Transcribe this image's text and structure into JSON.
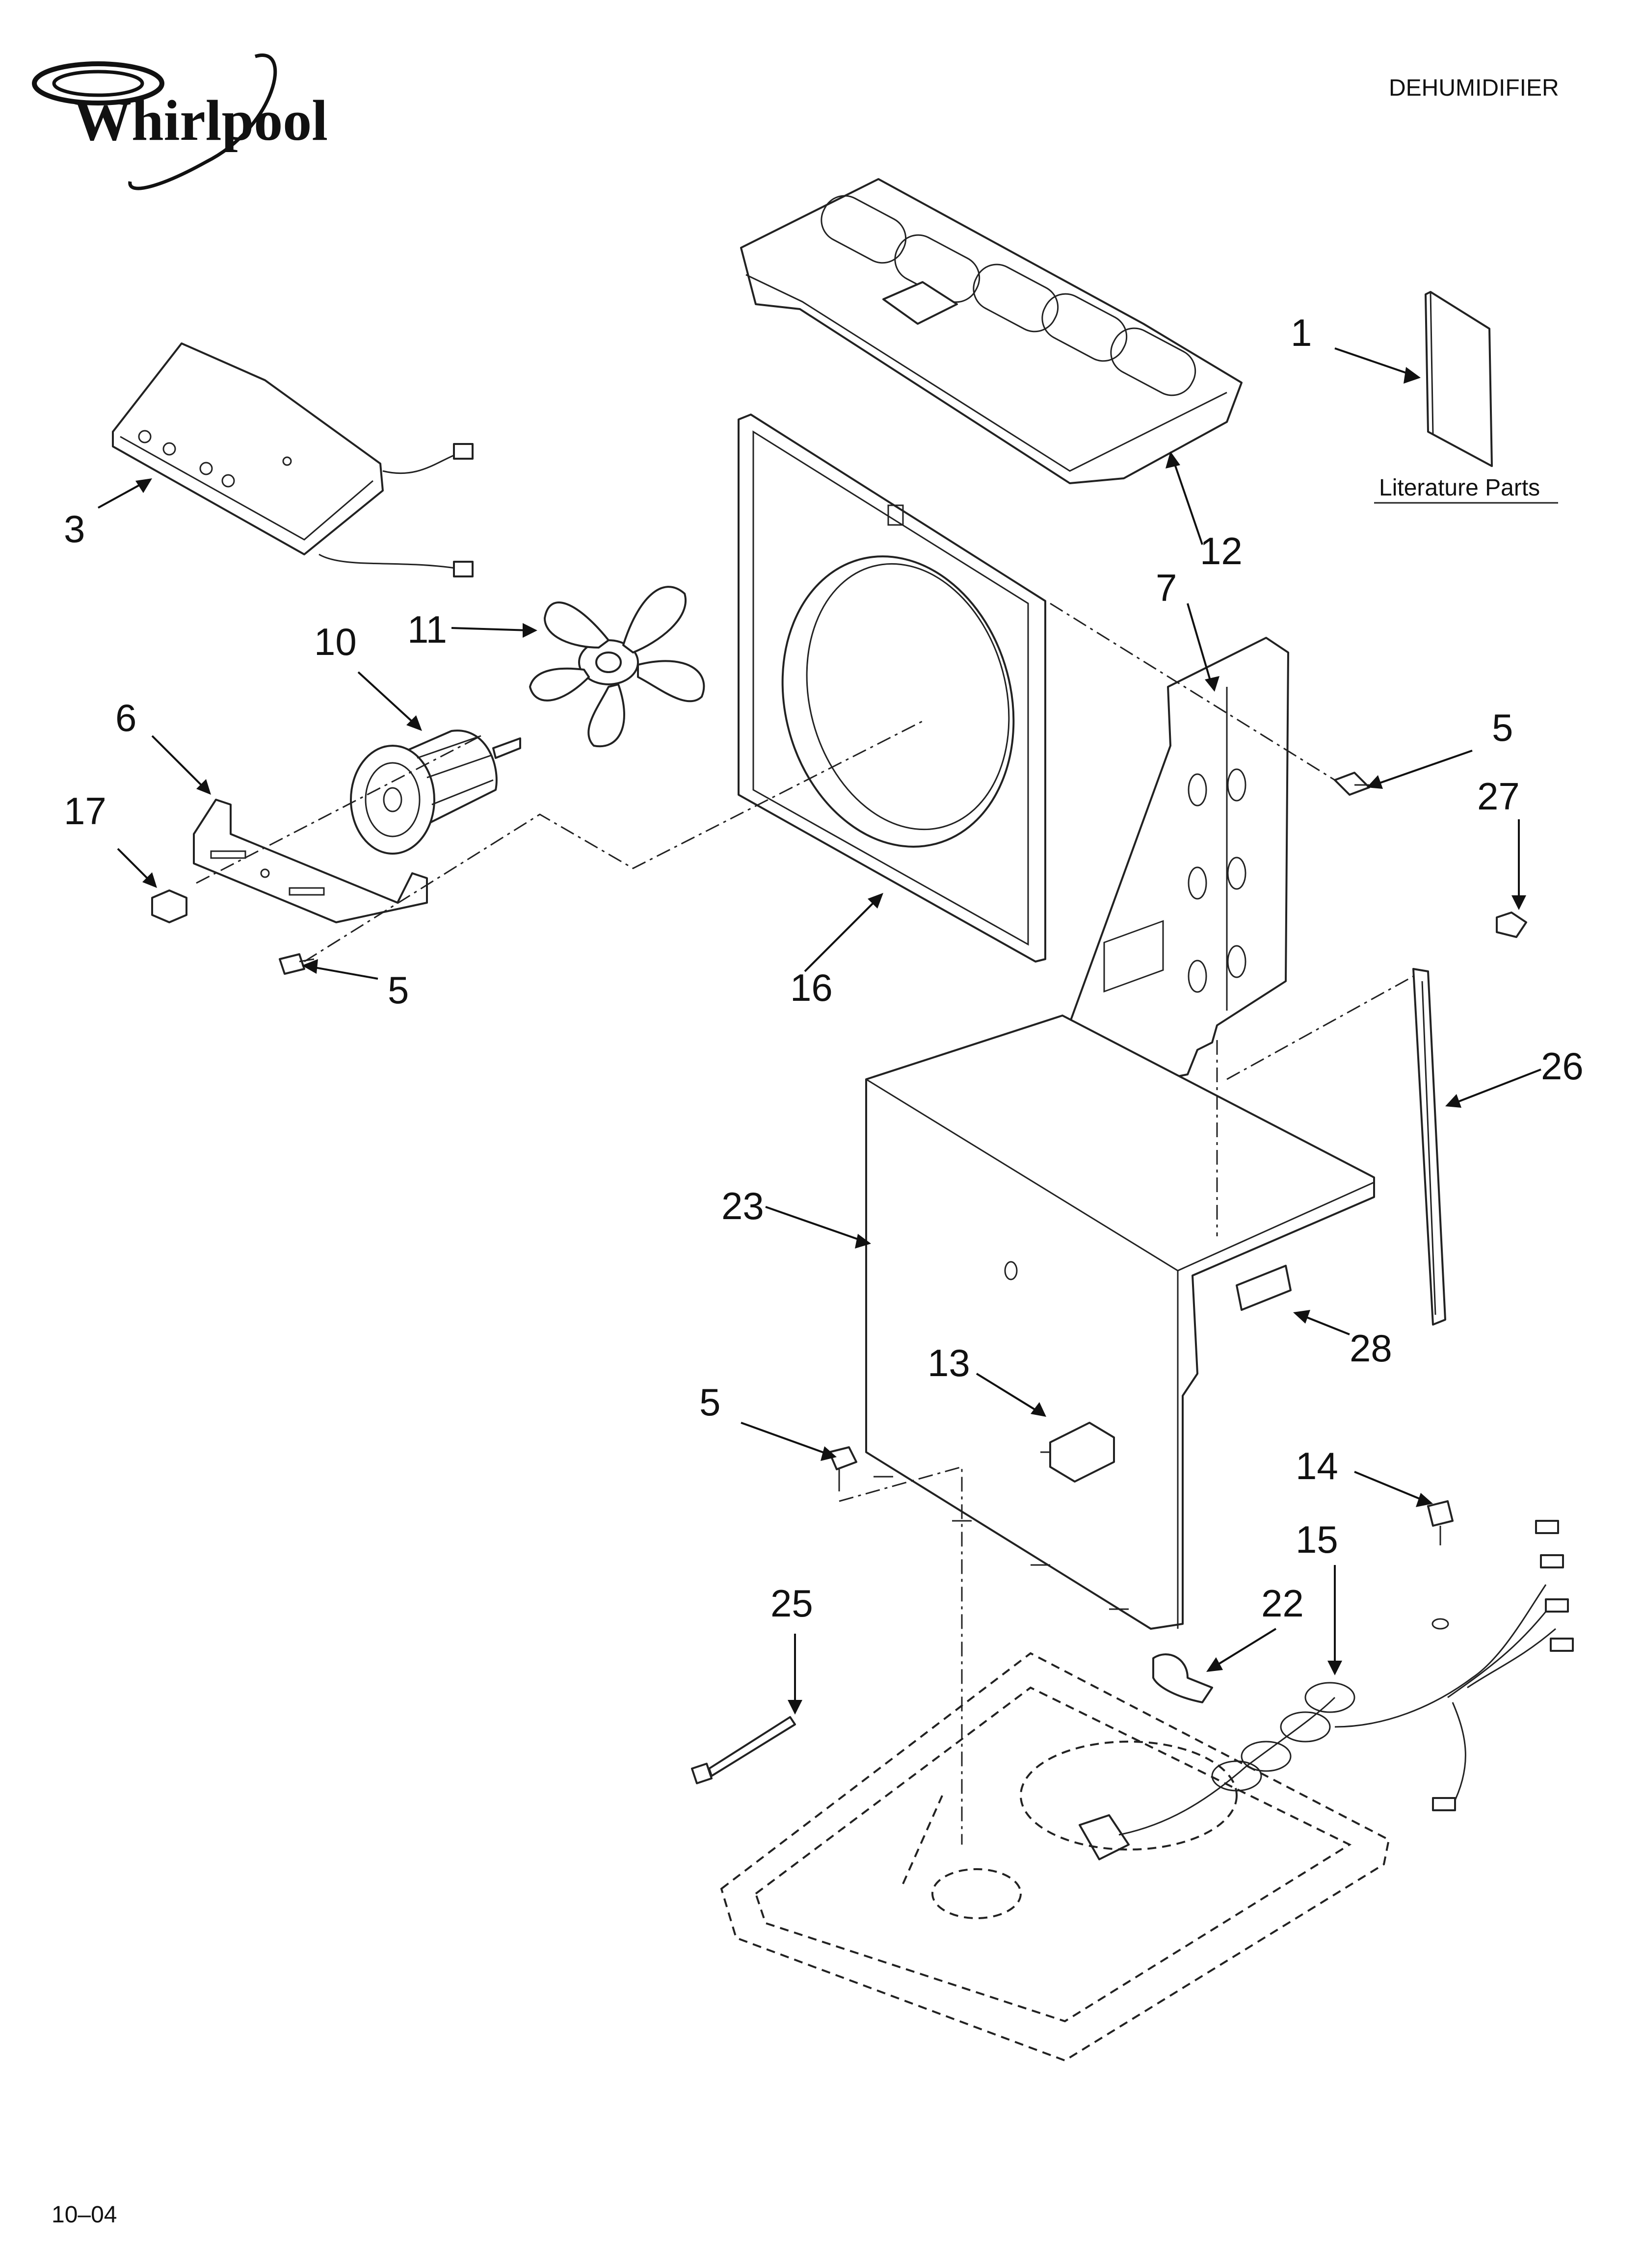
{
  "header": {
    "brand": "Whirlpool",
    "product": "DEHUMIDIFIER"
  },
  "footer": {
    "date_code": "10–04"
  },
  "literature_caption": "Literature Parts",
  "callouts": [
    {
      "id": "c1",
      "label": "1"
    },
    {
      "id": "c3",
      "label": "3"
    },
    {
      "id": "c5a",
      "label": "5"
    },
    {
      "id": "c5b",
      "label": "5"
    },
    {
      "id": "c5c",
      "label": "5"
    },
    {
      "id": "c6",
      "label": "6"
    },
    {
      "id": "c7",
      "label": "7"
    },
    {
      "id": "c10",
      "label": "10"
    },
    {
      "id": "c11",
      "label": "11"
    },
    {
      "id": "c12",
      "label": "12"
    },
    {
      "id": "c13",
      "label": "13"
    },
    {
      "id": "c14",
      "label": "14"
    },
    {
      "id": "c15",
      "label": "15"
    },
    {
      "id": "c16",
      "label": "16"
    },
    {
      "id": "c17",
      "label": "17"
    },
    {
      "id": "c22",
      "label": "22"
    },
    {
      "id": "c23",
      "label": "23"
    },
    {
      "id": "c25",
      "label": "25"
    },
    {
      "id": "c26",
      "label": "26"
    },
    {
      "id": "c27",
      "label": "27"
    },
    {
      "id": "c28",
      "label": "28"
    }
  ]
}
